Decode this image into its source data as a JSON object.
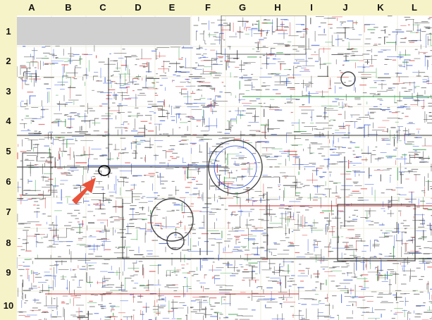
{
  "grid": {
    "columns": [
      "A",
      "B",
      "C",
      "D",
      "E",
      "F",
      "G",
      "H",
      "I",
      "J",
      "K",
      "L"
    ],
    "rows": [
      "1",
      "2",
      "3",
      "4",
      "5",
      "6",
      "7",
      "8",
      "9",
      "10"
    ]
  },
  "colors": {
    "header_bg": "#f7f3c8",
    "arrow": "#e8533a",
    "marker_circle": "#000000",
    "line_black": "#333333",
    "line_blue": "#2b4fd6",
    "line_red": "#d22a2a",
    "line_green": "#2a9a3a",
    "empty_block": "#d0d0d0"
  },
  "annotations": {
    "highlight_arrow": "red-arrow-icon",
    "highlight_circle": "circle-marker"
  }
}
